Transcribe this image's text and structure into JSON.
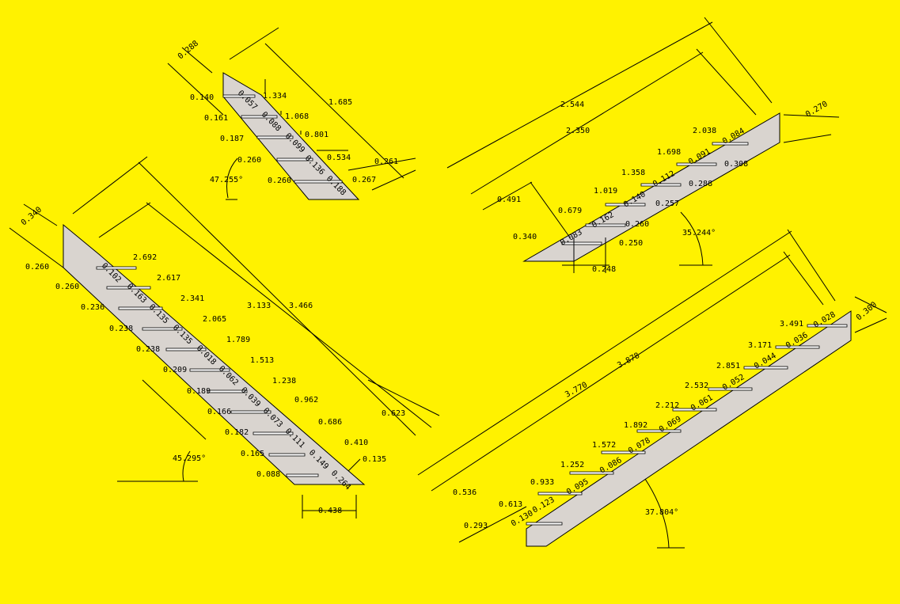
{
  "colors": {
    "background": "#fff200",
    "part_fill": "#d9d4cf",
    "line": "#000000"
  },
  "drawing": {
    "A": {
      "thickness": "0.288",
      "dims": [
        "1.685",
        "1.334",
        "1.068",
        "0.801",
        "0.534",
        "0.261",
        "0.267"
      ],
      "offsets": [
        "0.140",
        "0.161",
        "0.187",
        "0.260",
        "0.260"
      ],
      "slots": [
        "0.057",
        "0.088",
        "0.099",
        "0.136",
        "0.188"
      ],
      "angle": "47.255°"
    },
    "B": {
      "thickness": "0.340",
      "dims": [
        "3.133",
        "3.466",
        "2.692",
        "2.617",
        "2.341",
        "2.065",
        "1.789",
        "1.513",
        "1.238",
        "0.962",
        "0.686",
        "0.410",
        "0.623",
        "0.135",
        "0.438"
      ],
      "offsets": [
        "0.260",
        "0.260",
        "0.236",
        "0.238",
        "0.238",
        "0.209",
        "0.189",
        "0.166",
        "0.182",
        "0.165",
        "0.088"
      ],
      "slots": [
        "0.102",
        "0.163",
        "0.135",
        "0.135",
        "0.018",
        "0.062",
        "0.039",
        "0.073",
        "0.111",
        "0.149",
        "0.264"
      ],
      "angle": "45.295°"
    },
    "C": {
      "thickness": "0.270",
      "dims": [
        "2.544",
        "2.350",
        "2.038",
        "1.698",
        "1.358",
        "1.019",
        "0.679",
        "0.491",
        "0.340",
        "0.248"
      ],
      "offsets": [
        "0.308",
        "0.288",
        "0.257",
        "0.260",
        "0.250"
      ],
      "slots": [
        "0.084",
        "0.091",
        "0.112",
        "0.140",
        "0.162",
        "0.083"
      ],
      "angle": "35.244°"
    },
    "D": {
      "thickness": "0.300",
      "dims": [
        "3.878",
        "3.770",
        "3.491",
        "3.171",
        "2.851",
        "2.532",
        "2.212",
        "1.892",
        "1.572",
        "1.252",
        "0.933",
        "0.613",
        "0.536",
        "0.293"
      ],
      "slots": [
        "0.028",
        "0.036",
        "0.044",
        "0.052",
        "0.061",
        "0.069",
        "0.078",
        "0.086",
        "0.095",
        "0.130",
        "0.123"
      ],
      "angle": "37.804°"
    }
  }
}
